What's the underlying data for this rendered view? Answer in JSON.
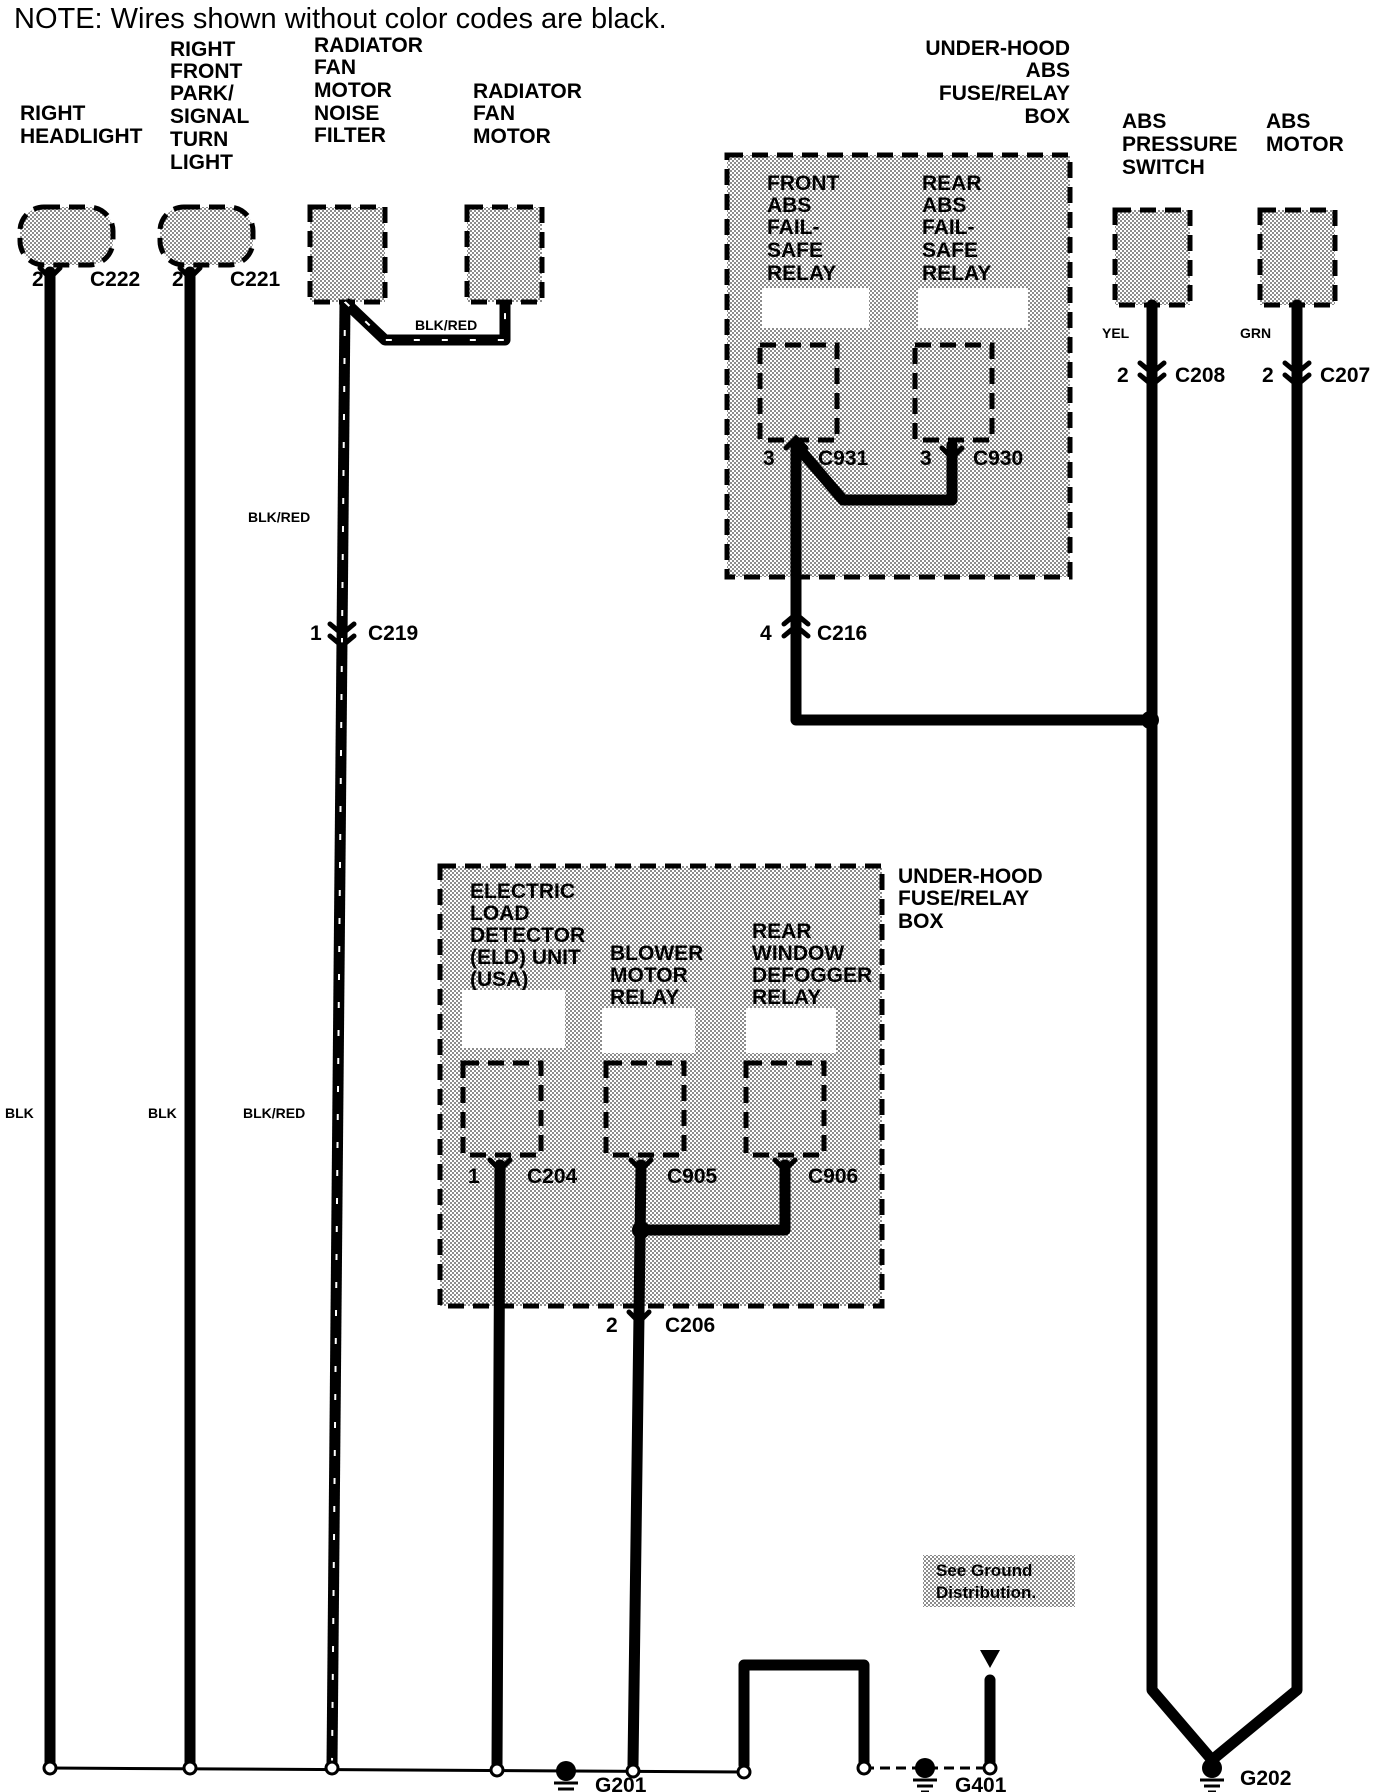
{
  "note": "NOTE: Wires shown without color codes are black.",
  "components": {
    "right_headlight": [
      "RIGHT",
      "HEADLIGHT"
    ],
    "right_front_turn": [
      "RIGHT",
      "FRONT",
      "PARK/",
      "SIGNAL",
      "TURN",
      "LIGHT"
    ],
    "noise_filter": [
      "RADIATOR",
      "FAN",
      "MOTOR",
      "NOISE",
      "FILTER"
    ],
    "fan_motor": [
      "RADIATOR",
      "FAN",
      "MOTOR"
    ],
    "abs_box": [
      "UNDER-HOOD",
      "ABS",
      "FUSE/RELAY",
      "BOX"
    ],
    "abs_pressure_switch": [
      "ABS",
      "PRESSURE",
      "SWITCH"
    ],
    "abs_motor": [
      "ABS",
      "MOTOR"
    ],
    "front_fail_safe": [
      "FRONT",
      "ABS",
      "FAIL-",
      "SAFE",
      "RELAY"
    ],
    "rear_fail_safe": [
      "REAR",
      "ABS",
      "FAIL-",
      "SAFE",
      "RELAY"
    ],
    "fuse_box": [
      "UNDER-HOOD",
      "FUSE/RELAY",
      "BOX"
    ],
    "eld_unit": [
      "ELECTRIC",
      "LOAD",
      "DETECTOR",
      "(ELD) UNIT",
      "(USA)"
    ],
    "blower_relay": [
      "BLOWER",
      "MOTOR",
      "RELAY"
    ],
    "defogger_relay": [
      "REAR",
      "WINDOW",
      "DEFOGGER",
      "RELAY"
    ]
  },
  "connectors": {
    "c222": {
      "pin": "2",
      "name": "C222"
    },
    "c221": {
      "pin": "2",
      "name": "C221"
    },
    "c219": {
      "pin": "1",
      "name": "C219"
    },
    "c931": {
      "pin": "3",
      "name": "C931"
    },
    "c930": {
      "pin": "3",
      "name": "C930"
    },
    "c216": {
      "pin": "4",
      "name": "C216"
    },
    "c208": {
      "pin": "2",
      "name": "C208"
    },
    "c207": {
      "pin": "2",
      "name": "C207"
    },
    "c204": {
      "pin": "1",
      "name": "C204"
    },
    "c905": {
      "name": "C905"
    },
    "c906": {
      "name": "C906"
    },
    "c206": {
      "pin": "2",
      "name": "C206"
    }
  },
  "wires": {
    "blk": "BLK",
    "blk_red": "BLK/RED",
    "yel": "YEL",
    "grn": "GRN"
  },
  "grounds": {
    "g201": "G201",
    "g401": "G401",
    "g202": "G202"
  },
  "see_ground": [
    "See Ground",
    "Distribution."
  ]
}
